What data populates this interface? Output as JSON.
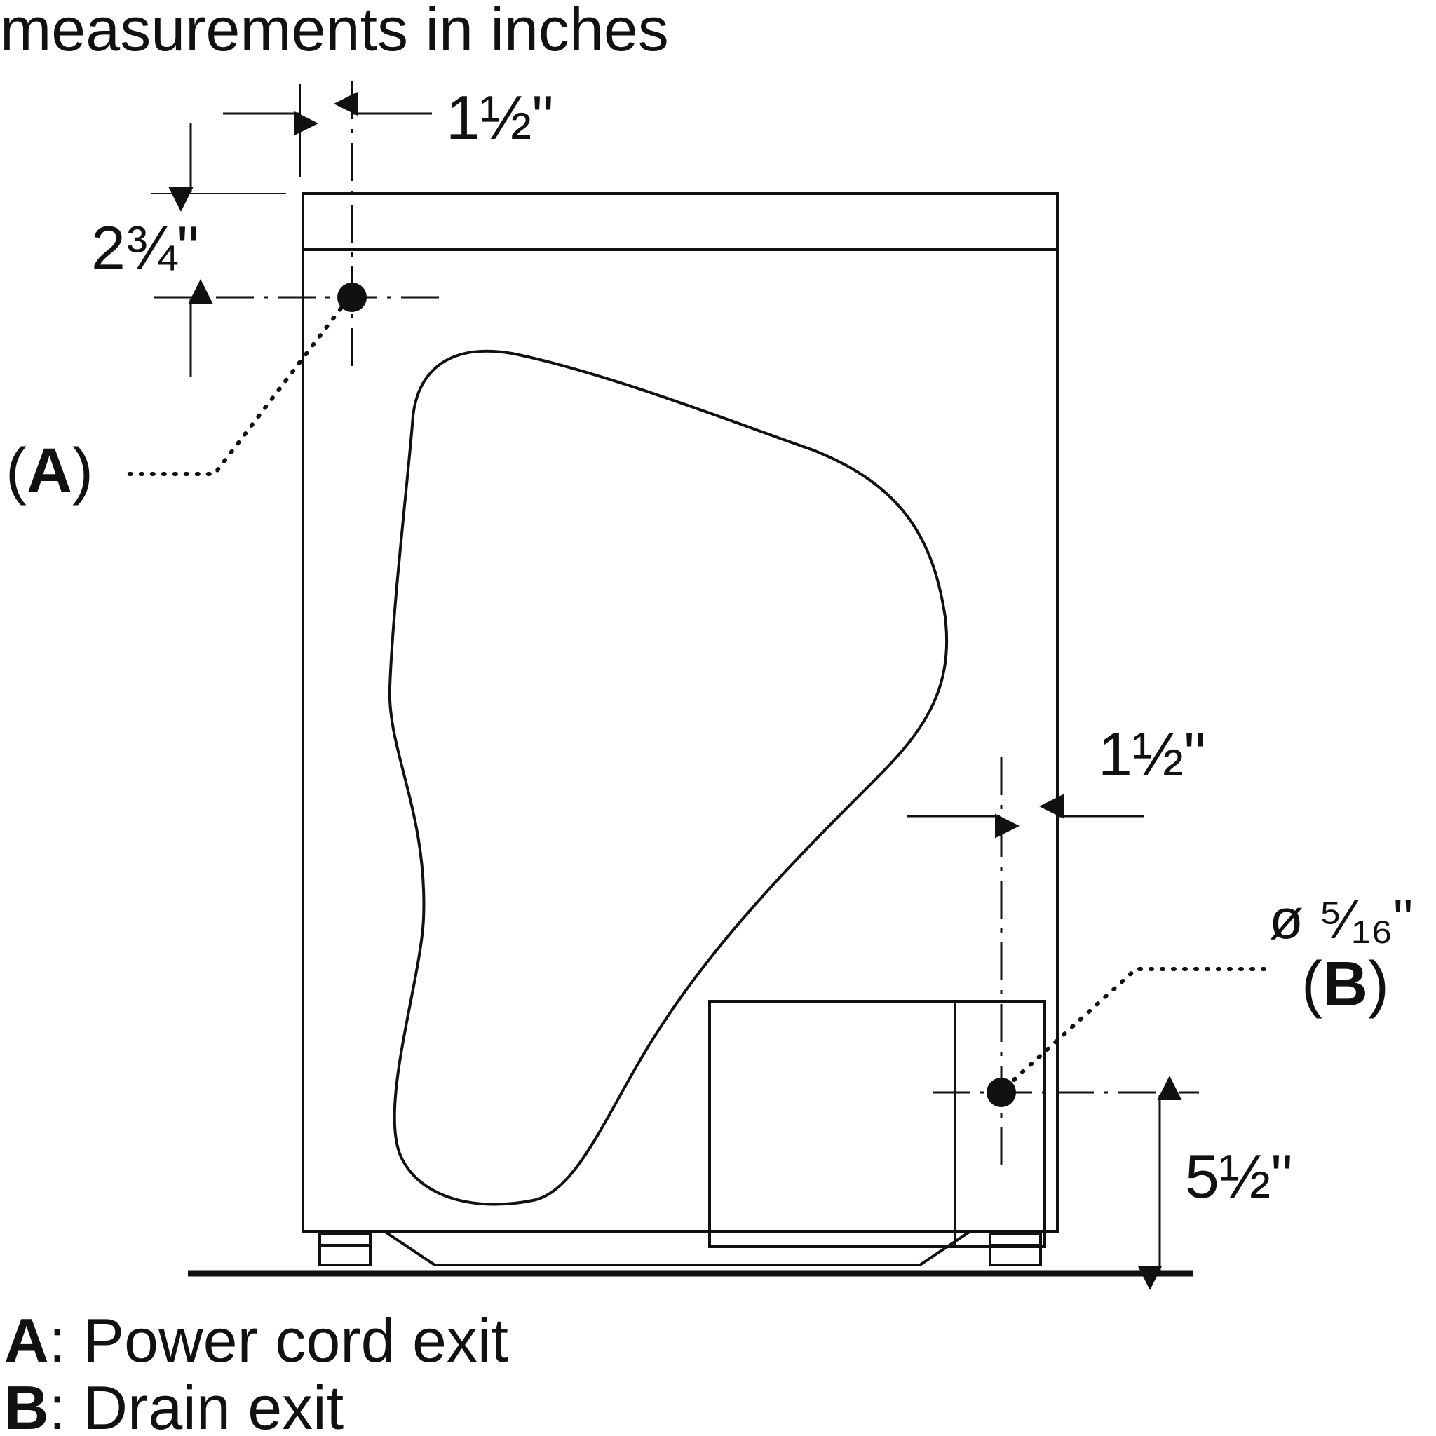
{
  "heading": "measurements in inches",
  "dimensions": {
    "a_from_left": "1½\"",
    "a_from_top": "2¾\"",
    "b_from_right": "1½\"",
    "b_diameter": "ø ⁵⁄₁₆\"",
    "b_from_floor": "5½\""
  },
  "callouts": {
    "a": {
      "open": "(",
      "letter": "A",
      "close": ")"
    },
    "b": {
      "open": "(",
      "letter": "B",
      "close": ")"
    }
  },
  "legend": [
    {
      "letter": "A",
      "sep": ":",
      "text": " Power cord exit"
    },
    {
      "letter": "B",
      "sep": ":",
      "text": " Drain exit"
    }
  ]
}
